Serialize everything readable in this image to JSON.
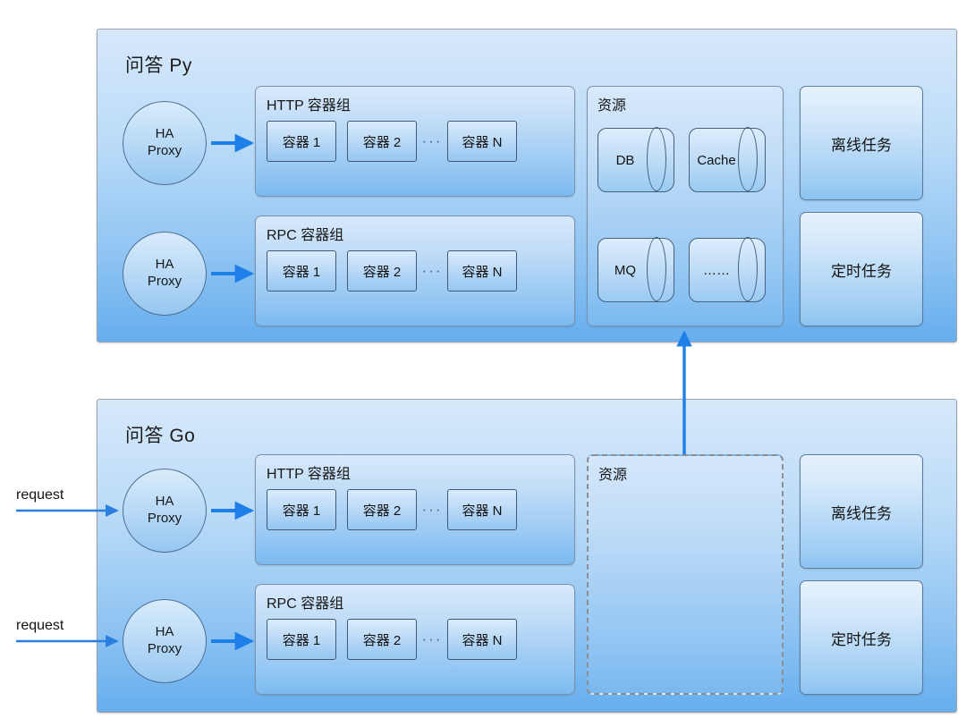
{
  "diagram": {
    "title_note": "service architecture: Python and Go question-answer systems",
    "accent_arrow_color": "#1f7fe8",
    "panel_border_color": "#9aa3ad"
  },
  "systems": [
    {
      "id": "py",
      "title": "问答 Py",
      "proxies": [
        {
          "line1": "HA",
          "line2": "Proxy"
        },
        {
          "line1": "HA",
          "line2": "Proxy"
        }
      ],
      "groups": [
        {
          "title": "HTTP 容器组",
          "containers": [
            "容器 1",
            "容器 2",
            "容器 N"
          ],
          "ellipsis": "···"
        },
        {
          "title": "RPC 容器组",
          "containers": [
            "容器 1",
            "容器 2",
            "容器 N"
          ],
          "ellipsis": "···"
        }
      ],
      "resource": {
        "title": "资源",
        "dashed": false,
        "items": [
          "DB",
          "Cache",
          "MQ",
          "……"
        ]
      },
      "tasks": [
        "离线任务",
        "定时任务"
      ]
    },
    {
      "id": "go",
      "title": "问答 Go",
      "proxies": [
        {
          "line1": "HA",
          "line2": "Proxy"
        },
        {
          "line1": "HA",
          "line2": "Proxy"
        }
      ],
      "groups": [
        {
          "title": "HTTP 容器组",
          "containers": [
            "容器 1",
            "容器 2",
            "容器 N"
          ],
          "ellipsis": "···"
        },
        {
          "title": "RPC 容器组",
          "containers": [
            "容器 1",
            "容器 2",
            "容器 N"
          ],
          "ellipsis": "···"
        }
      ],
      "resource": {
        "title": "资源",
        "dashed": true,
        "items": []
      },
      "tasks": [
        "离线任务",
        "定时任务"
      ]
    }
  ],
  "external_requests": [
    {
      "label": "request"
    },
    {
      "label": "request"
    }
  ]
}
